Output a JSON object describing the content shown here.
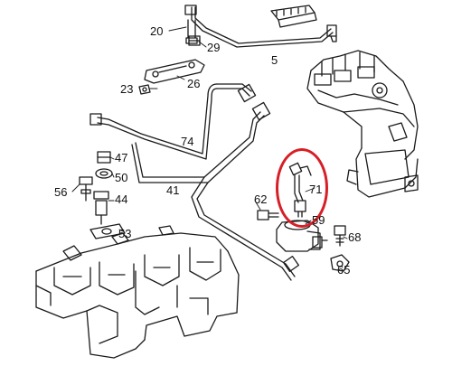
{
  "diagram": {
    "highlight_color": "#d61f26",
    "line_color": "#1a1a1a",
    "callouts": [
      {
        "key": "20",
        "text": "20"
      },
      {
        "key": "29",
        "text": "29"
      },
      {
        "key": "5",
        "text": "5"
      },
      {
        "key": "23",
        "text": "23"
      },
      {
        "key": "26",
        "text": "26"
      },
      {
        "key": "74",
        "text": "74"
      },
      {
        "key": "47",
        "text": "47"
      },
      {
        "key": "50",
        "text": "50"
      },
      {
        "key": "56",
        "text": "56"
      },
      {
        "key": "44",
        "text": "44"
      },
      {
        "key": "41",
        "text": "41"
      },
      {
        "key": "53",
        "text": "53"
      },
      {
        "key": "62",
        "text": "62"
      },
      {
        "key": "71",
        "text": "71"
      },
      {
        "key": "59",
        "text": "59"
      },
      {
        "key": "68",
        "text": "68"
      },
      {
        "key": "65",
        "text": "65"
      }
    ],
    "highlighted_part": "71"
  }
}
